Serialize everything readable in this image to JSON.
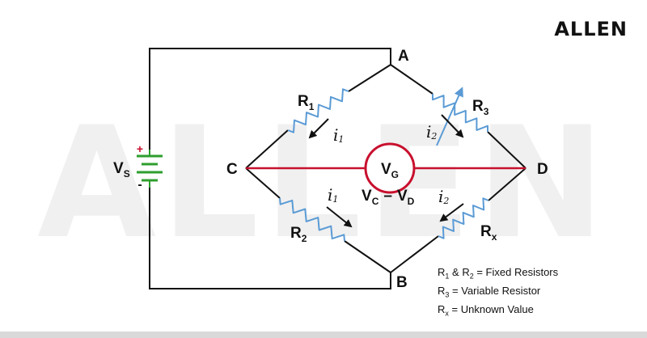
{
  "brand": "ALLEN",
  "watermark": "ALLEN",
  "nodes": {
    "a": "A",
    "b": "B",
    "c": "C",
    "d": "D"
  },
  "source": {
    "label": "V",
    "sub": "S",
    "plus": "+",
    "minus": "-"
  },
  "resistors": {
    "r1": {
      "label": "R",
      "sub": "1"
    },
    "r2": {
      "label": "R",
      "sub": "2"
    },
    "r3": {
      "label": "R",
      "sub": "3"
    },
    "rx": {
      "label": "R",
      "sub": "x"
    }
  },
  "currents": {
    "i1": {
      "symbol": "i",
      "sub": "1"
    },
    "i2": {
      "symbol": "i",
      "sub": "2"
    }
  },
  "galvanometer": {
    "label": "V",
    "sub": "G"
  },
  "potential_difference": {
    "v1": "V",
    "s1": "C",
    "dash": "–",
    "v2": "V",
    "s2": "D"
  },
  "legend": [
    {
      "r": "R",
      "s1": "1",
      "amp": "& R",
      "s2": "2",
      "text": "= Fixed Resistors"
    },
    {
      "r": "R",
      "s1": "3",
      "text": "= Variable Resistor"
    },
    {
      "r": "R",
      "s1": "x",
      "text": "= Unknown Value"
    }
  ],
  "colors": {
    "wire": "#111111",
    "resistor": "#5b9bd5",
    "bridge": "#c8102e",
    "battery": "#2e9e2e",
    "plus": "#c8102e",
    "watermark": "#f0f0f0"
  }
}
